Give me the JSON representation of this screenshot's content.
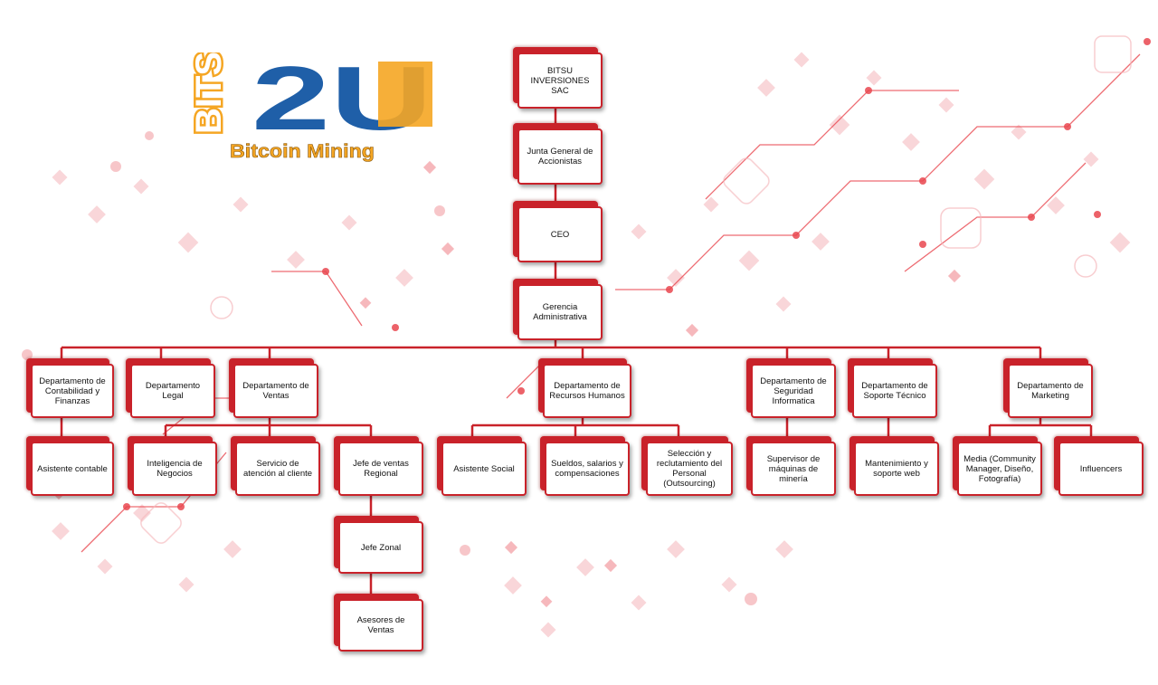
{
  "logo": {
    "prefix": "BITS",
    "main": "2U",
    "tagline": "Bitcoin Mining"
  },
  "org": {
    "top": "BITSU INVERSIONES SAC",
    "board": "Junta General de Accionistas",
    "ceo": "CEO",
    "admin": "Gerencia Administrativa",
    "departments": {
      "accounting": "Departamento de Contabilidad y Finanzas",
      "legal": "Departamento Legal",
      "sales": "Departamento de Ventas",
      "hr": "Departamento de Recursos Humanos",
      "security": "Departamento de Seguridad Informatica",
      "support": "Departamento de Soporte Técnico",
      "marketing": "Departamento de Marketing"
    },
    "units": {
      "asistente_contable": "Asistente contable",
      "inteligencia_negocios": "Inteligencia de Negocios",
      "servicio_cliente": "Servicio de atención al cliente",
      "jefe_ventas_regional": "Jefe de ventas Regional",
      "jefe_zonal": "Jefe Zonal",
      "asesores_ventas": "Asesores de Ventas",
      "asistente_social": "Asistente Social",
      "sueldos": "Sueldos, salarios y compensaciones",
      "seleccion": "Selección y reclutamiento del Personal (Outsourcing)",
      "supervisor": "Supervisor de máquinas de minería",
      "mantenimiento": "Mantenimiento y soporte web",
      "media": "Media (Community Manager, Diseño, Fotografía)",
      "influencers": "Influencers"
    }
  },
  "colors": {
    "accent": "#c9222a",
    "logo_blue": "#1f5fa8",
    "logo_orange": "#f5a623"
  }
}
